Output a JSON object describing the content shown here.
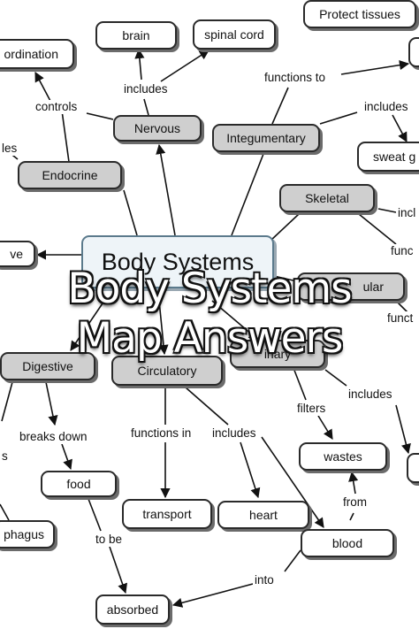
{
  "diagram": {
    "center": "Body Systems",
    "nodes": {
      "brain": "brain",
      "spinal_cord": "spinal cord",
      "protect_tissues": "Protect tissues",
      "coordination": "ordination",
      "nervous": "Nervous",
      "integumentary": "Integumentary",
      "endocrine": "Endocrine",
      "sweat_glands": "sweat g",
      "skeletal": "Skeletal",
      "left_partial": "ve",
      "muscular": "ular",
      "urinary": "inary",
      "digestive": "Digestive",
      "circulatory": "Circulatory",
      "wastes": "wastes",
      "food": "food",
      "transport": "transport",
      "heart": "heart",
      "esophagus": "phagus",
      "blood": "blood",
      "absorbed": "absorbed"
    },
    "links": {
      "includes_nervous": "includes",
      "functions_to": "functions to",
      "includes_integ": "includes",
      "controls": "controls",
      "les": "les",
      "incl_skeletal": "incl",
      "func_skeletal": "func",
      "func_muscular": "funct",
      "includes_urinary": "includes",
      "filters": "filters",
      "breaks_down": "breaks down",
      "s_left": "s",
      "functions_in": "functions in",
      "includes_circ": "includes",
      "from": "from",
      "to_be": "to be",
      "into": "into"
    }
  },
  "overlay_title": {
    "line1": "Body Systems",
    "line2": "Map Answers"
  },
  "colors": {
    "grey_node": "#cfcfcf",
    "white_node": "#ffffff",
    "center_border": "#5b7a8c",
    "overlay_text": "#ffffff"
  }
}
